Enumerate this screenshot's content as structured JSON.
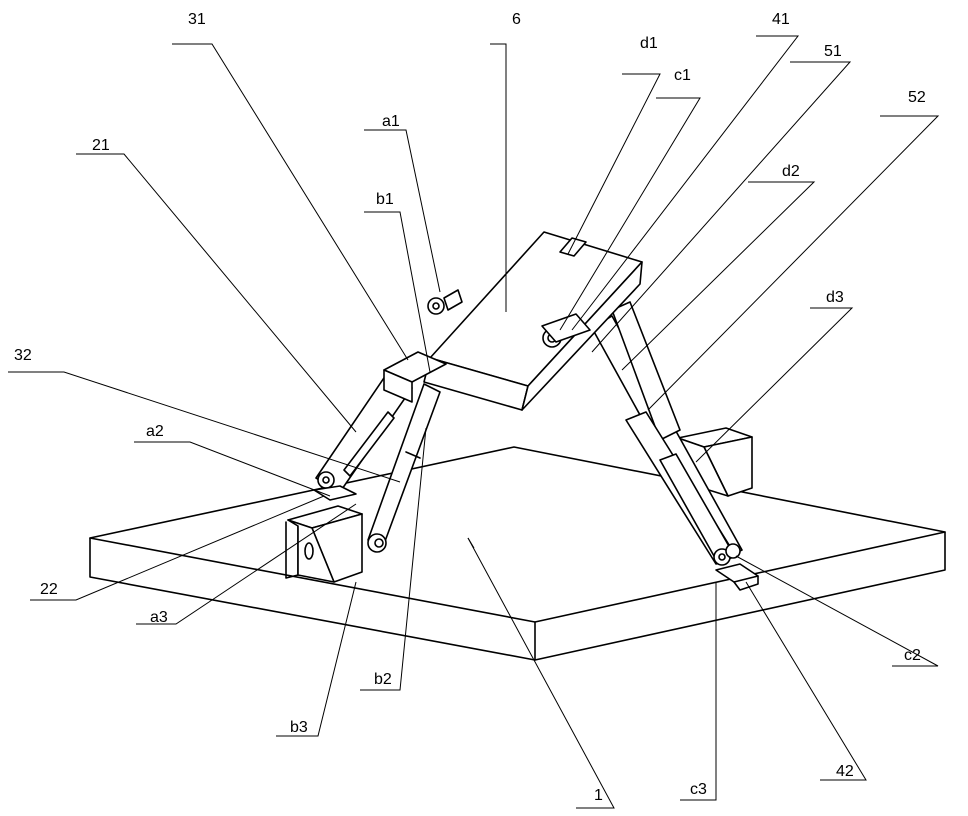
{
  "labels": {
    "l31": "31",
    "l6": "6",
    "l41": "41",
    "l51": "51",
    "ld1": "d1",
    "lc1": "c1",
    "l52": "52",
    "la1": "a1",
    "l21": "21",
    "lb1": "b1",
    "ld2": "d2",
    "ld3": "d3",
    "l32": "32",
    "la2": "a2",
    "l22": "22",
    "la3": "a3",
    "lb2": "b2",
    "lb3": "b3",
    "lc2": "c2",
    "l1": "1",
    "lc3": "c3",
    "l42": "42"
  }
}
